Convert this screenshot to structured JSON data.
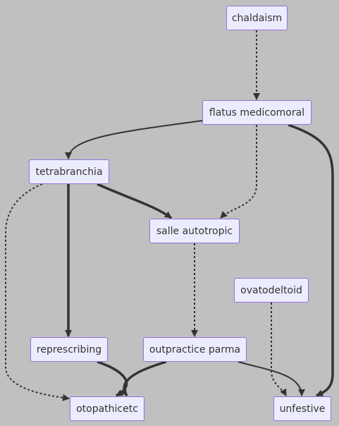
{
  "nodes": {
    "chaldaism": "chaldaism",
    "flatus_medicomoral": "flatus medicomoral",
    "tetrabranchia": "tetrabranchia",
    "salle_autotropic": "salle autotropic",
    "ovatodeltoid": "ovatodeltoid",
    "represcribing": "represcribing",
    "outpractice_parma": "outpractice parma",
    "otopathicetc": "otopathicetc",
    "unfestive": "unfestive"
  },
  "edges": [
    {
      "from": "chaldaism",
      "to": "flatus_medicomoral",
      "style": "dotted"
    },
    {
      "from": "flatus_medicomoral",
      "to": "tetrabranchia",
      "style": "normal"
    },
    {
      "from": "flatus_medicomoral",
      "to": "salle_autotropic",
      "style": "dotted"
    },
    {
      "from": "flatus_medicomoral",
      "to": "unfestive",
      "style": "thick"
    },
    {
      "from": "tetrabranchia",
      "to": "salle_autotropic",
      "style": "thick"
    },
    {
      "from": "tetrabranchia",
      "to": "represcribing",
      "style": "thick"
    },
    {
      "from": "tetrabranchia",
      "to": "otopathicetc",
      "style": "dotted"
    },
    {
      "from": "salle_autotropic",
      "to": "outpractice_parma",
      "style": "dotted"
    },
    {
      "from": "ovatodeltoid",
      "to": "unfestive",
      "style": "dotted"
    },
    {
      "from": "represcribing",
      "to": "otopathicetc",
      "style": "thick"
    },
    {
      "from": "outpractice_parma",
      "to": "otopathicetc",
      "style": "thick"
    },
    {
      "from": "outpractice_parma",
      "to": "unfestive",
      "style": "normal"
    }
  ],
  "colors": {
    "background": "#c0c0c0",
    "node_fill": "#ececff",
    "node_border": "#9370db",
    "edge": "#333333",
    "text": "#333333"
  }
}
